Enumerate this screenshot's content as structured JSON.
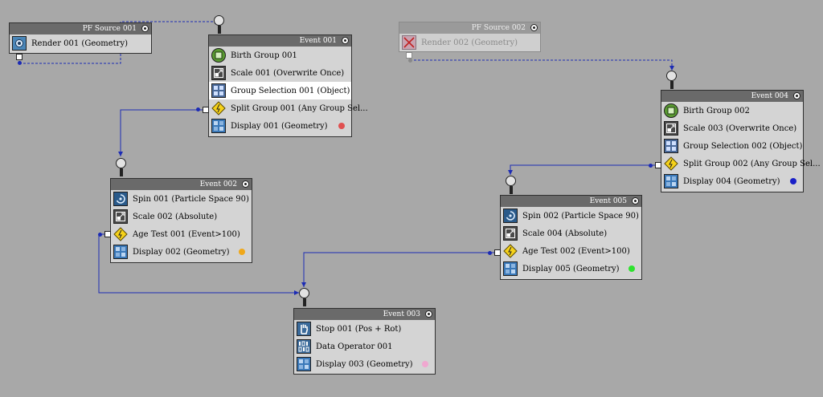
{
  "colors": {
    "wire": "#1c2bb4",
    "red": "#e05050",
    "orange": "#f0a81a",
    "pink": "#f0a8d0",
    "green": "#2ee22e",
    "blue": "#1a20c8"
  },
  "pf_source_001": {
    "title": "PF Source 001",
    "operators": [
      {
        "label": "Render 001 (Geometry)",
        "icon": "render-icon"
      }
    ]
  },
  "pf_source_002": {
    "title": "PF Source 002",
    "operators": [
      {
        "label": "Render 002 (Geometry)",
        "icon": "render-disabled-icon"
      }
    ]
  },
  "event_001": {
    "title": "Event 001",
    "operators": [
      {
        "label": "Birth Group 001",
        "icon": "birth-group-icon"
      },
      {
        "label": "Scale 001 (Overwrite Once)",
        "icon": "scale-icon"
      },
      {
        "label": "Group Selection 001 (Object)",
        "icon": "group-selection-icon"
      },
      {
        "label": "Split Group 001 (Any Group Sel...",
        "icon": "split-group-icon"
      },
      {
        "label": "Display 001 (Geometry)",
        "icon": "display-icon",
        "color": "red"
      }
    ]
  },
  "event_002": {
    "title": "Event 002",
    "operators": [
      {
        "label": "Spin 001 (Particle Space 90)",
        "icon": "spin-icon"
      },
      {
        "label": "Scale 002 (Absolute)",
        "icon": "scale-icon"
      },
      {
        "label": "Age Test 001 (Event>100)",
        "icon": "age-test-icon"
      },
      {
        "label": "Display 002 (Geometry)",
        "icon": "display-icon",
        "color": "orange"
      }
    ]
  },
  "event_003": {
    "title": "Event 003",
    "operators": [
      {
        "label": "Stop 001 (Pos + Rot)",
        "icon": "stop-icon"
      },
      {
        "label": "Data Operator 001",
        "icon": "data-operator-icon"
      },
      {
        "label": "Display 003 (Geometry)",
        "icon": "display-icon",
        "color": "pink"
      }
    ]
  },
  "event_004": {
    "title": "Event 004",
    "operators": [
      {
        "label": "Birth Group 002",
        "icon": "birth-group-icon"
      },
      {
        "label": "Scale 003 (Overwrite Once)",
        "icon": "scale-icon"
      },
      {
        "label": "Group Selection 002 (Object)",
        "icon": "group-selection-icon"
      },
      {
        "label": "Split Group 002 (Any Group Sel...",
        "icon": "split-group-icon"
      },
      {
        "label": "Display 004 (Geometry)",
        "icon": "display-icon",
        "color": "blue"
      }
    ]
  },
  "event_005": {
    "title": "Event 005",
    "operators": [
      {
        "label": "Spin 002 (Particle Space 90)",
        "icon": "spin-icon"
      },
      {
        "label": "Scale 004 (Absolute)",
        "icon": "scale-icon"
      },
      {
        "label": "Age Test 002 (Event>100)",
        "icon": "age-test-icon"
      },
      {
        "label": "Display 005 (Geometry)",
        "icon": "display-icon",
        "color": "green"
      }
    ]
  }
}
